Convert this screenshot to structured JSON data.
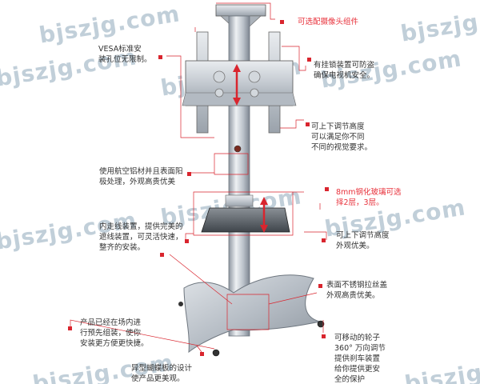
{
  "watermark": "bjszjg.com",
  "colors": {
    "accent": "#d9252e",
    "text": "#333333",
    "watermark": "#8fa8bb"
  },
  "annotations": {
    "camera": "可选配摄像头组件",
    "vesa": "VESA标准安\n装孔位无限制。",
    "lock": "有挂锁装置可防盗\n确保电视机安全。",
    "height": "可上下调节高度\n可以满足你不同\n不同的视觉要求。",
    "aluminum": "使用航空铝材并且表面阳\n极处理，外观高贵优美",
    "glass": "8mm钢化玻璃可选\n择2层，3层。",
    "glass_adjust": "可上下调节高度\n外观优美。",
    "cable": "内走线装置，提供完美的\n遮线装置，可灵活快速，\n整齐的安装。",
    "steel": "表面不锈钢拉丝盖\n外观高贵优美。",
    "preassembled": "产品已经在场内进\n行预先组装，使你\n安装更方便更快捷。",
    "wheels": "可移动的轮子\n360° 万向调节\n提供刹车装置\n给你提供更安\n全的保护",
    "base": "异型蝴蝶板的设计\n使产品更美观。"
  }
}
